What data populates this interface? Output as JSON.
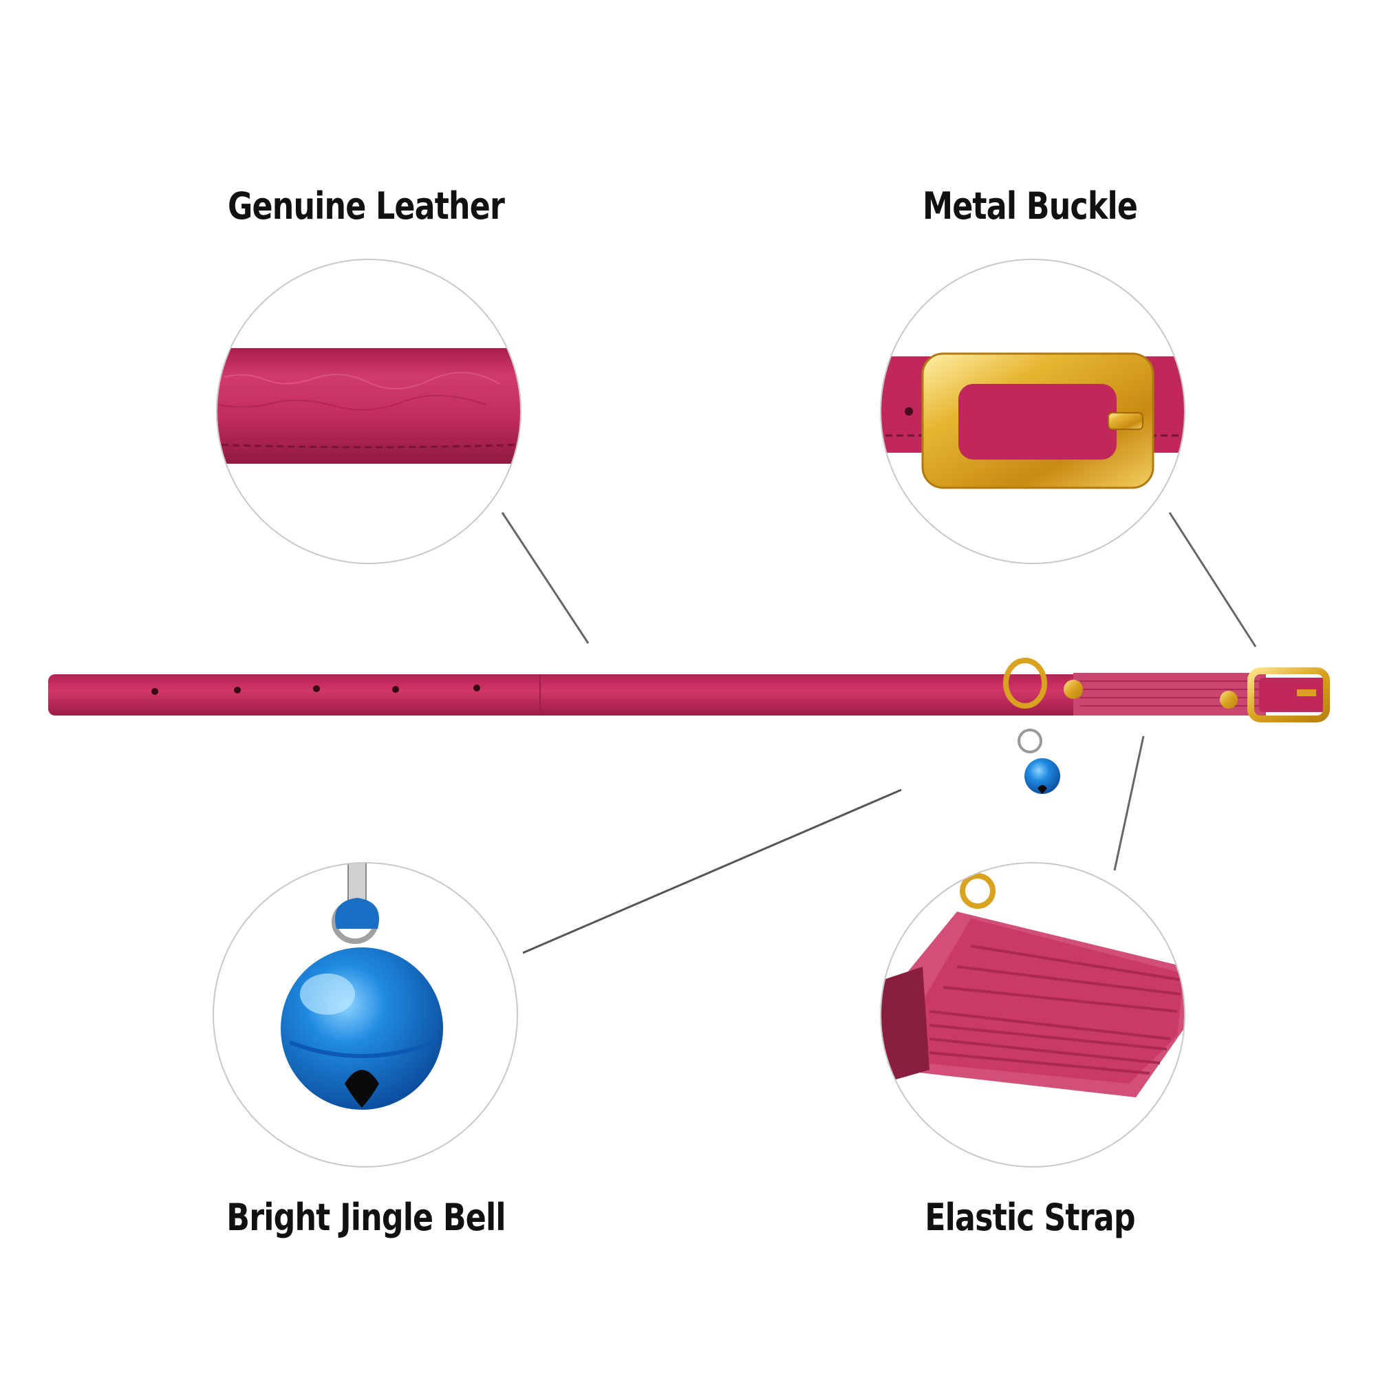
{
  "features": [
    {
      "id": "leather",
      "label": "Genuine Leather"
    },
    {
      "id": "buckle",
      "label": "Metal Buckle"
    },
    {
      "id": "bell",
      "label": "Bright Jingle Bell"
    },
    {
      "id": "strap",
      "label": "Elastic Strap"
    }
  ],
  "colors": {
    "leather": "#c0285a",
    "leather_dark": "#8e1a40",
    "gold": "#d9a21f",
    "bell_blue": "#1a7fd6",
    "leader_line": "#555555",
    "circle_border": "#c8c8c8"
  }
}
